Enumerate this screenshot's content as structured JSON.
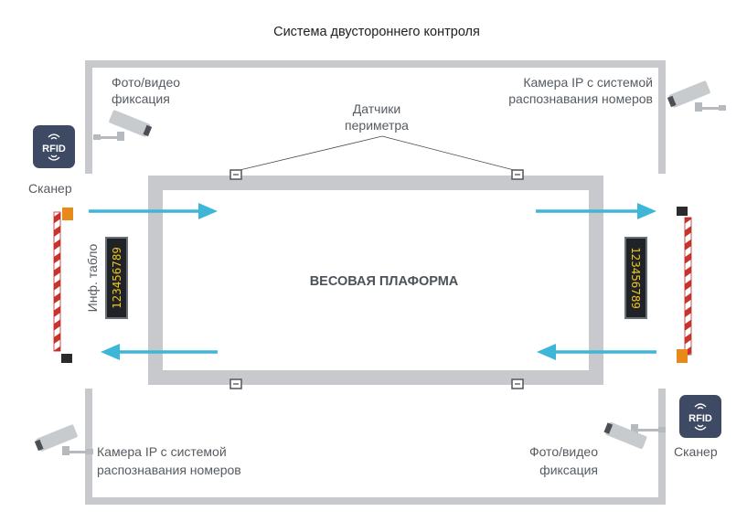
{
  "title": "Система двустороннего контроля",
  "platform_label": "ВЕСОВАЯ ПЛАФОРМА",
  "perimeter_sensors": [
    "Датчики",
    "периметра"
  ],
  "photo_video": [
    "Фото/видео",
    "фиксация"
  ],
  "camera_ip": [
    "Камера IP с системой",
    "распознавания номеров"
  ],
  "scanner_label": "Сканер",
  "rfid_label": "RFID",
  "info_board_label": "Инф. табло",
  "board_digits": "123456789",
  "colors": {
    "frame": "#c7c9cc",
    "arrow": "#3eb6d8",
    "rfid_badge": "#3e4a64",
    "board": "#1f2328",
    "board_text": "#f0c419",
    "barrier_red": "#c9332d",
    "barrier_light": "#e88a1a"
  },
  "icons": [
    "rfid-badge-icon",
    "camera-icon",
    "barrier-icon",
    "sensor-icon",
    "arrow-icon",
    "display-board-icon"
  ]
}
